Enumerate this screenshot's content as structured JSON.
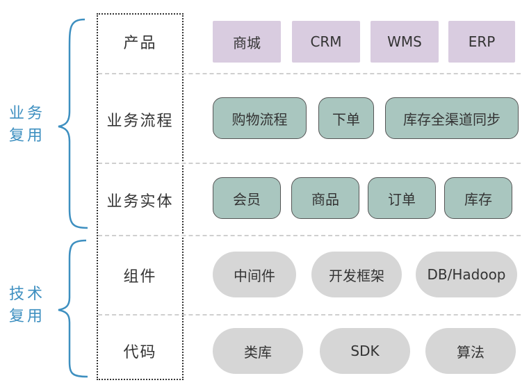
{
  "groups": {
    "business": "业务复用",
    "technical": "技术复用"
  },
  "layers": [
    {
      "name": "产品",
      "items": [
        "商城",
        "CRM",
        "WMS",
        "ERP"
      ]
    },
    {
      "name": "业务流程",
      "items": [
        "购物流程",
        "下单",
        "库存全渠道同步"
      ]
    },
    {
      "name": "业务实体",
      "items": [
        "会员",
        "商品",
        "订单",
        "库存"
      ]
    },
    {
      "name": "组件",
      "items": [
        "中间件",
        "开发框架",
        "DB/Hadoop"
      ]
    },
    {
      "name": "代码",
      "items": [
        "类库",
        "SDK",
        "算法"
      ]
    }
  ],
  "colors": {
    "group_label": "#3d8fc0",
    "product_box": "#d9cce0",
    "process_box": "#a9c6bf",
    "tech_pill": "#d6d6d6"
  }
}
